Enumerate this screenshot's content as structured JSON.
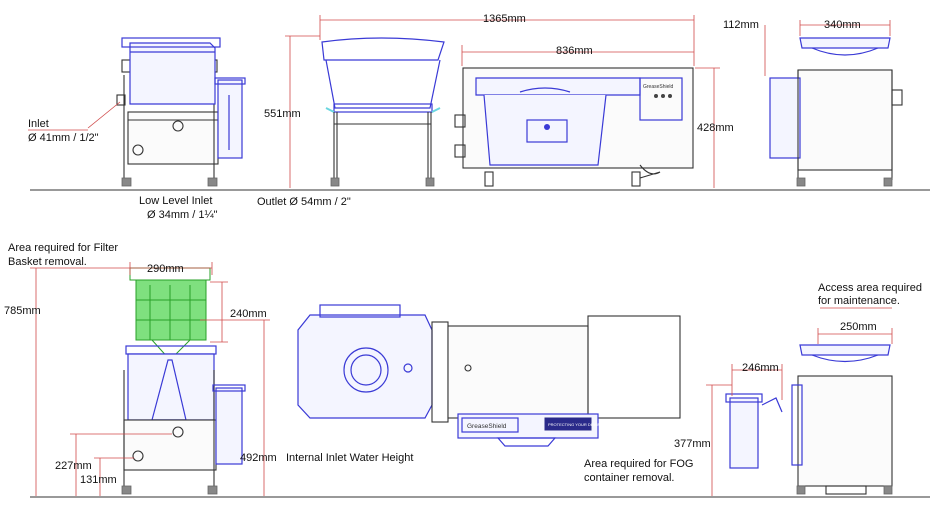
{
  "dimensions": {
    "width_total": "1365mm",
    "height_top": "551mm",
    "length_inner": "836mm",
    "height_right": "428mm",
    "side_offset": "112mm",
    "side_width": "340mm",
    "filter_width": "290mm",
    "filter_height": "240mm",
    "height_total": "785mm",
    "inlet_water": "492mm",
    "height_227": "227mm",
    "height_131": "131mm",
    "fog_width": "246mm",
    "fog_height": "377mm",
    "access_width": "250mm"
  },
  "labels": {
    "inlet": "Inlet",
    "inlet_size": "Ø  41mm / 1/2\"",
    "low_inlet": "Low Level Inlet",
    "low_inlet_size": "Ø  34mm / 1¼\"",
    "outlet": "Outlet Ø  54mm / 2\"",
    "filter_area_1": "Area required for Filter",
    "filter_area_2": "Basket   removal.",
    "inlet_water_height": "Internal Inlet Water Height",
    "fog_area_1": "Area required for FOG",
    "fog_area_2": "container removal.",
    "access_area_1": "Access area required",
    "access_area_2": "for maintenance.",
    "brand": "GreaseShield",
    "sticker_text": "PROTECTING YOUR DRAINS"
  },
  "colors": {
    "outline": "#3a3ad6",
    "dimension": "#d04a4a",
    "filter": "#2aa02a"
  }
}
